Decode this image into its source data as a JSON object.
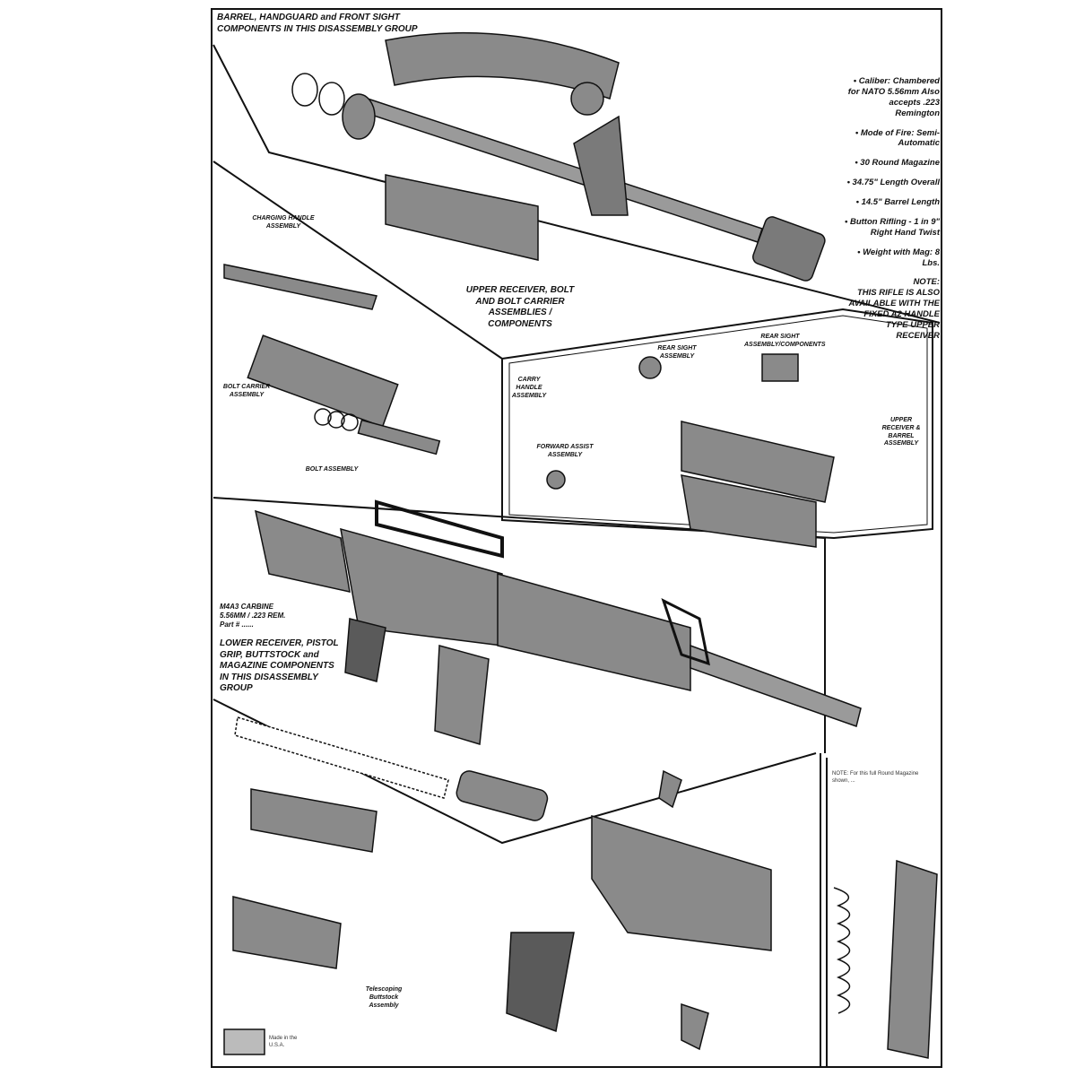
{
  "sections": {
    "barrel_group": "BARREL, HANDGUARD and FRONT SIGHT COMPONENTS IN THIS DISASSEMBLY GROUP",
    "upper_group": "UPPER RECEIVER, BOLT AND BOLT CARRIER ASSEMBLIES / COMPONENTS",
    "lower_group": "LOWER RECEIVER, PISTOL GRIP, BUTTSTOCK and MAGAZINE COMPONENTS IN THIS DISASSEMBLY GROUP",
    "model": "M4A3 CARBINE",
    "model_caliber": "5.56MM / .223 REM.",
    "model_part": "Part # ......"
  },
  "assemblies": {
    "charging_handle": "CHARGING HANDLE ASSEMBLY",
    "bolt_carrier": "BOLT CARRIER ASSEMBLY",
    "bolt": "BOLT ASSEMBLY",
    "rear_sight": "REAR SIGHT ASSEMBLY/COMPONENTS",
    "carry_handle": "CARRY HANDLE ASSEMBLY",
    "rear_sight_assembly": "REAR SIGHT ASSEMBLY",
    "forward_assist": "FORWARD ASSIST ASSEMBLY",
    "upper_receiver": "UPPER RECEIVER & BARREL ASSEMBLY",
    "buttstock": "Telescoping Buttstock Assembly"
  },
  "specs": [
    "• Caliber: Chambered for NATO 5.56mm Also accepts .223 Remington",
    "• Mode of Fire: Semi-Automatic",
    "• 30 Round Magazine",
    "• 34.75\" Length Overall",
    "• 14.5\" Barrel Length",
    "• Button Rifling - 1 in 9\" Right Hand Twist",
    "• Weight with Mag: 8 Lbs."
  ],
  "note": {
    "title": "NOTE:",
    "text": "THIS RIFLE IS ALSO AVAILABLE WITH THE FIXED A2 HANDLE TYPE UPPER RECEIVER"
  },
  "magazine_note": "NOTE: For this full Round Magazine shown, ...",
  "footer": "Made in the U.S.A.",
  "colors": {
    "line": "#111111",
    "part_fill": "#8a8a8a",
    "part_dark": "#5a5a5a"
  }
}
